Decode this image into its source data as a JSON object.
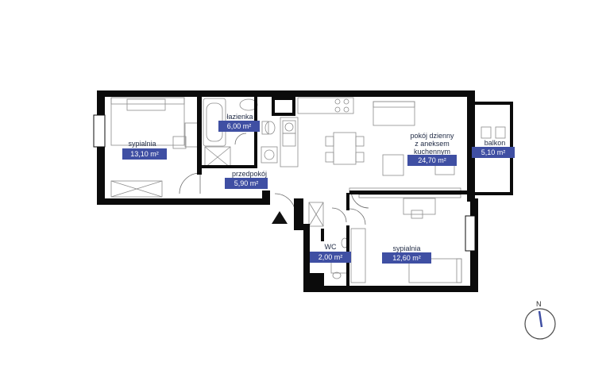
{
  "rooms": [
    {
      "id": "bedroom1",
      "name": "sypialnia",
      "area": "13,10 m²"
    },
    {
      "id": "bathroom",
      "name": "łazienka",
      "area": "6,00 m²"
    },
    {
      "id": "hall",
      "name": "przedpokój",
      "area": "5,90 m²"
    },
    {
      "id": "living",
      "name": "pokój dzienny\nz aneksem\nkuchennym",
      "area": "24,70 m²"
    },
    {
      "id": "balcony",
      "name": "balkon",
      "area": "5,10 m²"
    },
    {
      "id": "wc",
      "name": "WC",
      "area": "2,00 m²"
    },
    {
      "id": "bedroom2",
      "name": "sypialnia",
      "area": "12,60 m²"
    }
  ],
  "compass": {
    "label": "N"
  },
  "colors": {
    "wall": "#0b0b0b",
    "badge": "#3f4fa3",
    "furniture": "#8c8c8c"
  }
}
